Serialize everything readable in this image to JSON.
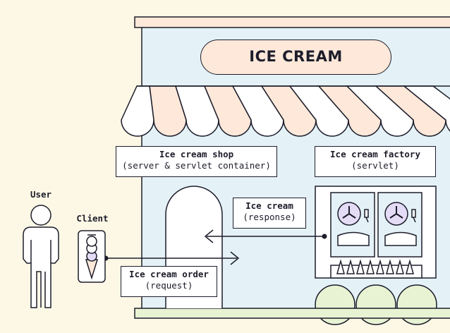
{
  "sign": {
    "text": "ICE CREAM"
  },
  "labels": {
    "shop": {
      "title": "Ice cream shop",
      "subtitle": "(server & servlet container)"
    },
    "factory": {
      "title": "Ice cream factory",
      "subtitle": "(servlet)"
    },
    "response": {
      "title": "Ice cream",
      "subtitle": "(response)"
    },
    "order": {
      "title": "Ice cream order",
      "subtitle": "(request)"
    },
    "user": "User",
    "client": "Client"
  },
  "colors": {
    "page_background": "#fdf8e6",
    "building": "#e4f2f8",
    "awning_peach": "#fde8d9",
    "awning_white": "#ffffff",
    "bush": "#e8f3d4",
    "outline": "#1d1d2b",
    "dial": "#e4dcf6"
  },
  "icons": [
    "user-figure-icon",
    "phone-icon",
    "ice-cream-cone-icon",
    "ice-cream-machine-icon",
    "arrow-left-icon",
    "arrow-right-icon"
  ]
}
